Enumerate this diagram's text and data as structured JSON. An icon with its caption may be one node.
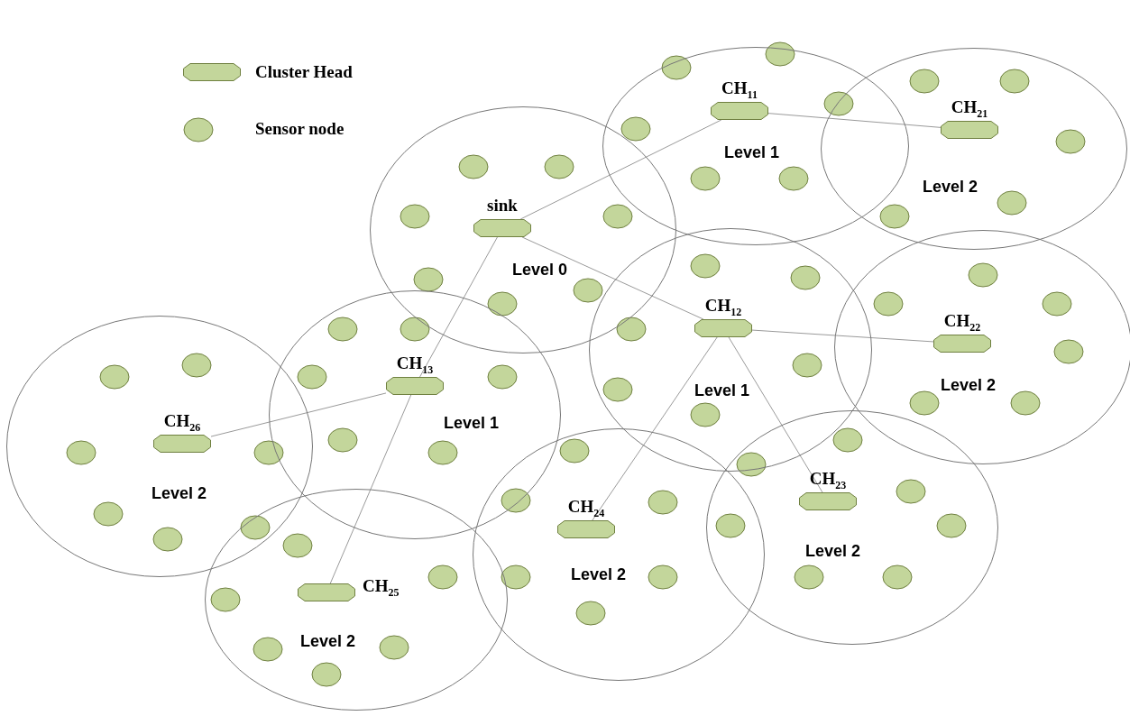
{
  "diagram": {
    "nodes": [
      {
        "text": [
          "Level 0"
        ]
      },
      {
        "text": [
          "sink"
        ],
        "in": 0
      },
      {
        "text": [
          "Level 1"
        ]
      },
      {
        "text": [
          "CH$_{11}$"
        ],
        "in": 2
      },
      {
        "text": [
          "Level 2"
        ]
      },
      {
        "text": [
          "CH$_{21}$"
        ],
        "in": 4
      },
      {
        "text": [
          "Level 1"
        ]
      },
      {
        "text": [
          "CH$_{12}$"
        ],
        "in": 6
      },
      {
        "text": [
          "Level 2"
        ]
      },
      {
        "text": [
          "CH$_{22}$"
        ],
        "in": 8
      },
      {
        "text": [
          "Level 1"
        ]
      },
      {
        "text": [
          "CH$_{13}$"
        ],
        "in": 10
      },
      {
        "text": [
          "Level 2"
        ]
      },
      {
        "text": [
          "CH$_{26}$"
        ],
        "in": 12
      },
      {
        "text": [
          "Level 2"
        ]
      },
      {
        "text": [
          "CH$_{25}$"
        ],
        "in": 14
      },
      {
        "text": [
          "Level 2"
        ]
      },
      {
        "text": [
          "CH$_{24}$"
        ],
        "in": 16
      },
      {
        "text": [
          "Level 2"
        ]
      },
      {
        "text": [
          "CH$_{23}$"
        ],
        "in": 18
      }
    ],
    "edges": [
      {
        "from": 1,
        "to": 3,
        "arrow": "none"
      },
      {
        "from": 3,
        "to": 5,
        "arrow": "none"
      },
      {
        "from": 1,
        "to": 7,
        "arrow": "none"
      },
      {
        "from": 7,
        "to": 9,
        "arrow": "none"
      },
      {
        "from": 7,
        "to": 17,
        "arrow": "none"
      },
      {
        "from": 7,
        "to": 19,
        "arrow": "none"
      },
      {
        "from": 1,
        "to": 11,
        "arrow": "none"
      },
      {
        "from": 11,
        "to": 13,
        "arrow": "none"
      },
      {
        "from": 11,
        "to": 15,
        "arrow": "none"
      }
    ],
    "legend": [
      {
        "text": "Cluster Head"
      },
      {
        "text": "Sensor node"
      }
    ]
  }
}
